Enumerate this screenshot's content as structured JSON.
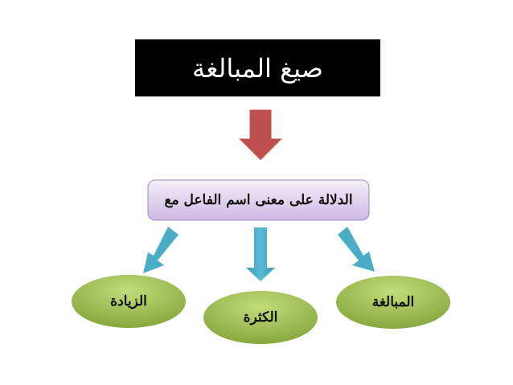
{
  "title": "صيغ المبالغة",
  "subtitle": "الدلالة على معنى اسم الفاعل مع",
  "branches": [
    "الزيادة",
    "الكثرة",
    "المبالغة"
  ],
  "colors": {
    "title_bg": "#000000",
    "red_arrow": "#c0504d",
    "blue_arrow": "#4bacc6",
    "purple_box": "#e3d7f0",
    "green_ellipse": "#9bbb59"
  }
}
